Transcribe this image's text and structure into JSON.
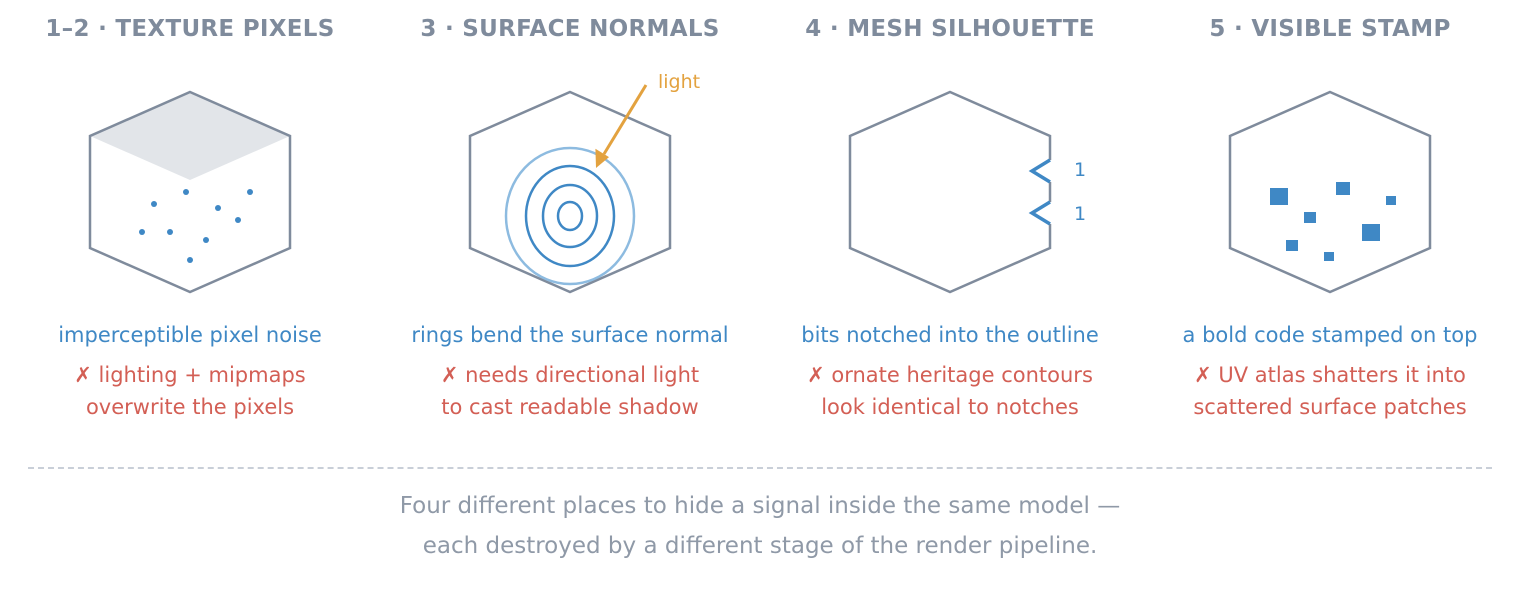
{
  "colors": {
    "outline": "#7f8b9c",
    "accent_blue": "#3f88c5",
    "light_blue": "#8dbbe0",
    "fail_red": "#d35f55",
    "light_orange": "#e3a23f",
    "top_face_gray": "#e2e5e9"
  },
  "panels": [
    {
      "title": "1–2 · TEXTURE PIXELS",
      "caption": "imperceptible pixel noise",
      "fail_line1": "✗ lighting + mipmaps",
      "fail_line2": "overwrite the pixels"
    },
    {
      "title": "3 · SURFACE NORMALS",
      "light_label": "light",
      "caption": "rings bend the surface normal",
      "fail_line1": "✗ needs directional light",
      "fail_line2": "to cast readable shadow"
    },
    {
      "title": "4 · MESH SILHOUETTE",
      "notch_labels": [
        "1",
        "1"
      ],
      "caption": "bits notched into the outline",
      "fail_line1": "✗ ornate heritage contours",
      "fail_line2": "look identical to notches"
    },
    {
      "title": "5 · VISIBLE STAMP",
      "caption": "a bold code stamped on top",
      "fail_line1": "✗ UV atlas shatters it into",
      "fail_line2": "scattered surface patches"
    }
  ],
  "footer": {
    "line1": "Four different places to hide a signal inside the same model —",
    "line2": "each destroyed by a different stage of the render pipeline."
  }
}
